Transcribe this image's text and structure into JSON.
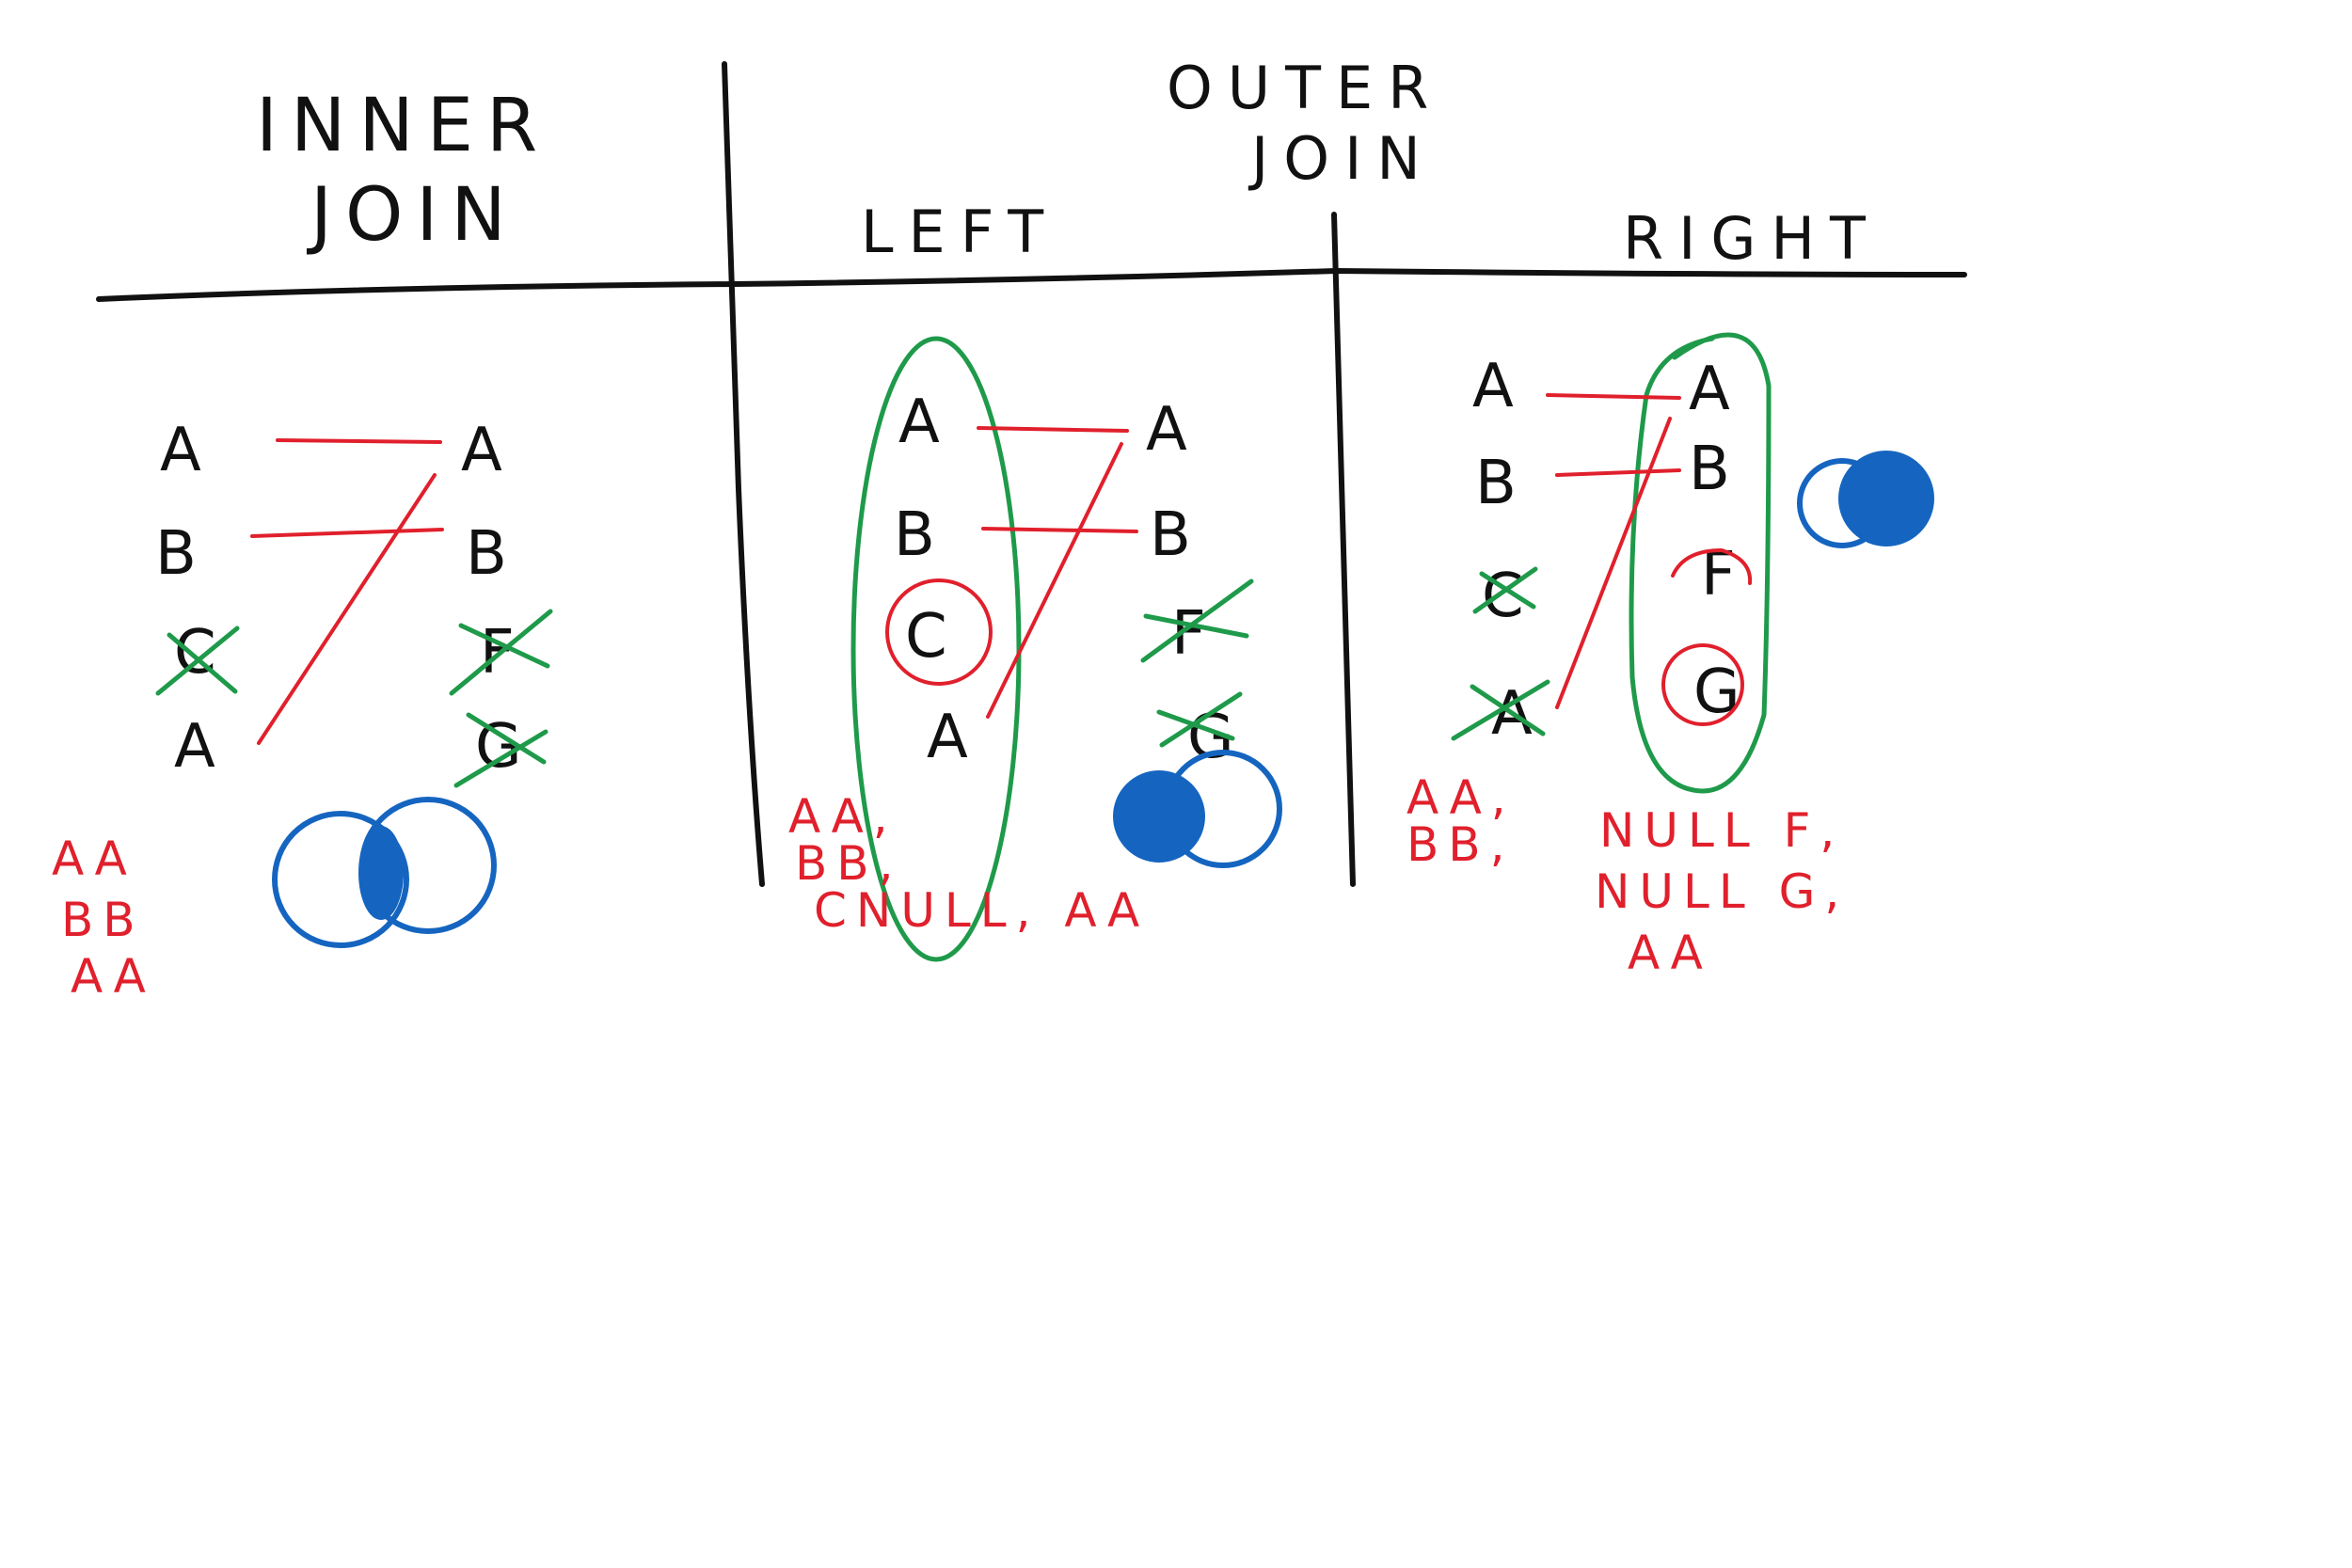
{
  "colors": {
    "ink": "#111111",
    "red": "#e0202c",
    "green": "#1e9a4a",
    "blue": "#1565c0"
  },
  "headers": {
    "inner_line1": "INNER",
    "inner_line2": "JOIN",
    "outer_line1": "OUTER",
    "outer_line2": "JOIN",
    "left": "LEFT",
    "right": "RIGHT"
  },
  "inner": {
    "left_column": [
      "A",
      "B",
      "C",
      "A"
    ],
    "right_column": [
      "A",
      "B",
      "F",
      "G"
    ],
    "results": [
      "AA",
      "BB",
      "AA"
    ]
  },
  "left_join": {
    "left_column": [
      "A",
      "B",
      "C",
      "A"
    ],
    "right_column": [
      "A",
      "B",
      "F",
      "G"
    ],
    "results": [
      "AA,",
      "BB,",
      "CNULL, AA"
    ]
  },
  "right_join": {
    "left_column": [
      "A",
      "B",
      "C",
      "A"
    ],
    "right_column": [
      "A",
      "B",
      "F",
      "G"
    ],
    "results_col1": [
      "AA,",
      "BB,"
    ],
    "results_col2": [
      "NULL F,",
      "NULL G,",
      "AA"
    ]
  }
}
